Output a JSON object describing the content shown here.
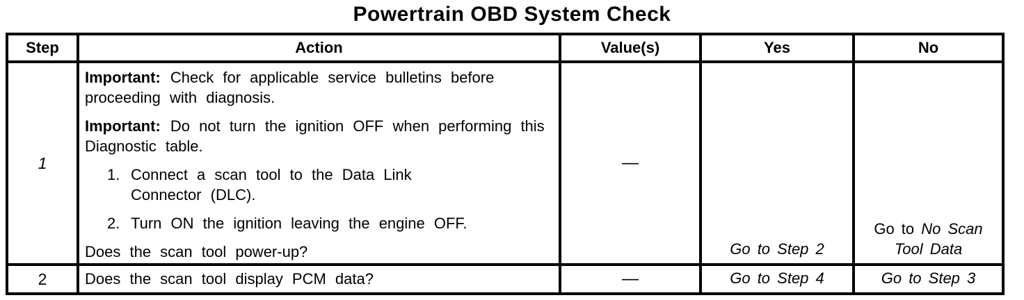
{
  "title": "Powertrain OBD System Check",
  "table": {
    "headers": {
      "step": "Step",
      "action": "Action",
      "values": "Value(s)",
      "yes": "Yes",
      "no": "No"
    },
    "row1": {
      "step": "1",
      "important1_label": "Important:",
      "important1_text": "Check for applicable service bulletins before proceeding with diagnosis.",
      "important2_label": "Important:",
      "important2_text": "Do not turn the ignition OFF when performing this Diagnostic table.",
      "list": [
        {
          "num": "1.",
          "text": "Connect a scan tool to the Data Link Connector (DLC)."
        },
        {
          "num": "2.",
          "text": "Turn ON the ignition leaving the engine OFF."
        }
      ],
      "question": "Does the scan tool power-up?",
      "value": "—",
      "yes": "Go to Step 2",
      "no_prefix": "Go to",
      "no_target": "No Scan Tool Data"
    },
    "row2": {
      "step": "2",
      "question": "Does the scan tool display PCM data?",
      "value": "—",
      "yes": "Go to Step 4",
      "no": "Go to Step 3"
    }
  }
}
